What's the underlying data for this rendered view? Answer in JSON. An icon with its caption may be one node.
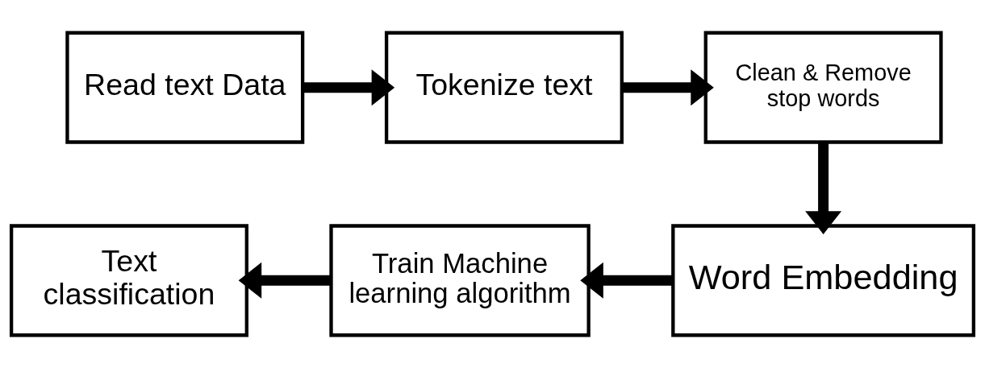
{
  "diagram": {
    "nodes": [
      {
        "text": [
          "Read text Data"
        ]
      },
      {
        "text": [
          "Tokenize text"
        ]
      },
      {
        "text": [
          "Clean & Remove stop words"
        ]
      },
      {
        "text": [
          "Word Embedding"
        ]
      },
      {
        "text": [
          "Train Machine learning algorithm"
        ]
      },
      {
        "text": [
          "Text classification"
        ]
      }
    ],
    "edges": [
      {
        "from": 0,
        "to": 1,
        "arrow": "to"
      },
      {
        "from": 1,
        "to": 2,
        "arrow": "to"
      },
      {
        "from": 2,
        "to": 3,
        "arrow": "to"
      },
      {
        "from": 3,
        "to": 4,
        "arrow": "to"
      },
      {
        "from": 4,
        "to": 5,
        "arrow": "to"
      }
    ]
  }
}
